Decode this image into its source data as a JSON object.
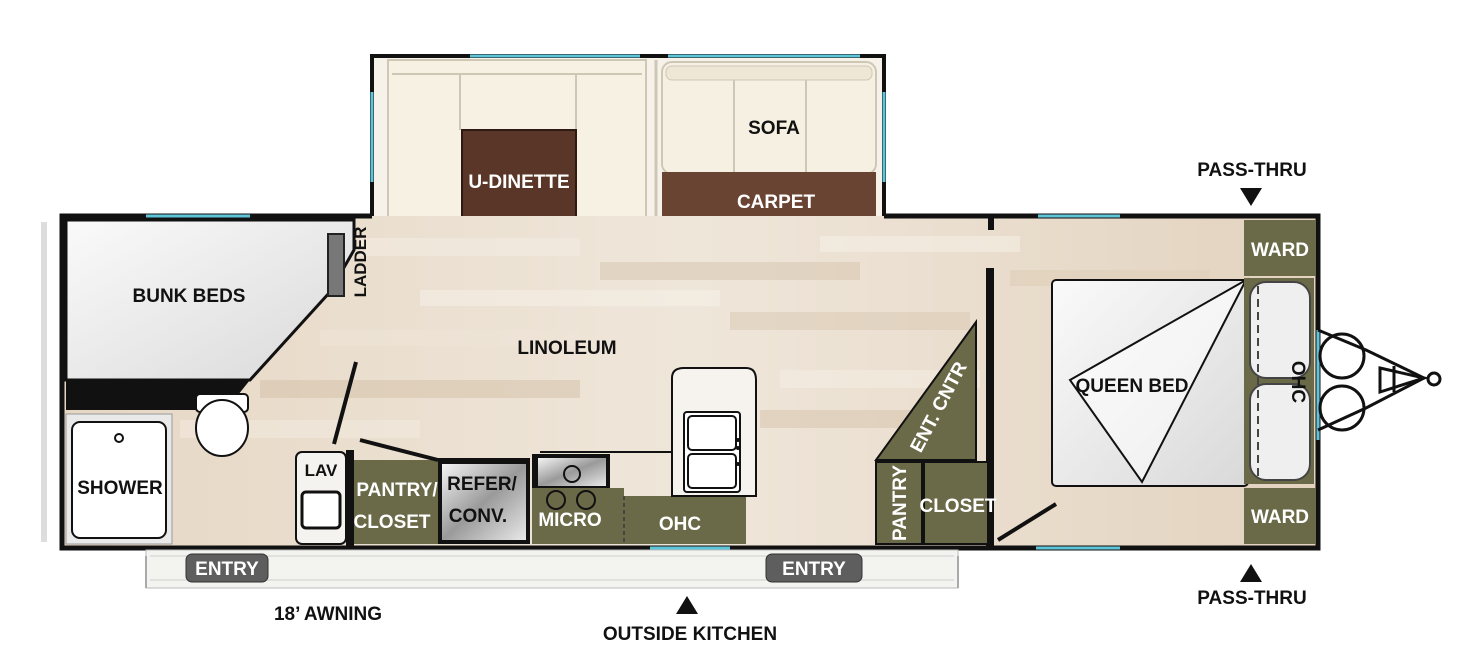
{
  "labels": {
    "sofa": "SOFA",
    "u_dinette": "U-DINETTE",
    "carpet": "CARPET",
    "pass_thru_top": "PASS-THRU",
    "pass_thru_bottom": "PASS-THRU",
    "bunk_beds": "BUNK BEDS",
    "ladder": "LADDER",
    "linoleum": "LINOLEUM",
    "ward_top": "WARD",
    "ward_bottom": "WARD",
    "queen_bed": "QUEEN BED",
    "ohc_front": "OHC",
    "ent_cntr": "ENT. CNTR",
    "shower": "SHOWER",
    "lav": "LAV",
    "pantry_closet_1": "PANTRY/",
    "pantry_closet_2": "CLOSET",
    "refer_conv_1": "REFER/",
    "refer_conv_2": "CONV.",
    "micro": "MICRO",
    "ohc_kitchen": "OHC",
    "pantry": "PANTRY",
    "closet": "CLOSET",
    "entry_left": "ENTRY",
    "entry_right": "ENTRY",
    "awning": "18’ AWNING",
    "outside_kitchen": "OUTSIDE KITCHEN"
  },
  "colors": {
    "cabinet": "#6b6a48",
    "carpet": "#6a4432",
    "dinette": "#5a3628",
    "window": "#5fc4d8",
    "wall": "#111111",
    "bed": "#f2f2f2",
    "seat": "#f5efe3",
    "floor": "#eadfd0"
  }
}
